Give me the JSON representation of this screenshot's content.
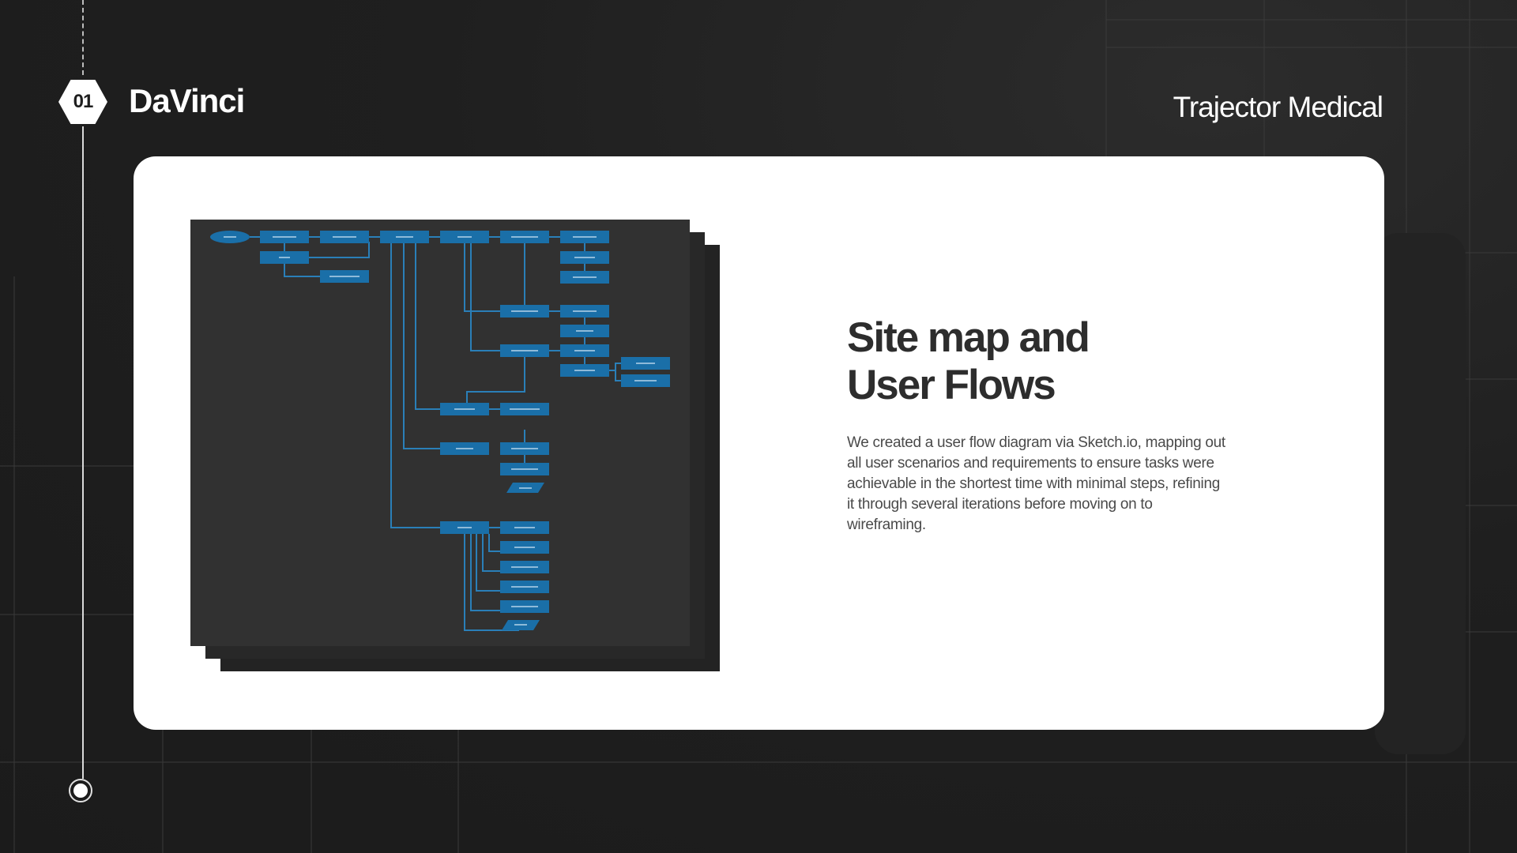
{
  "header": {
    "index": "01",
    "project_name": "DaVinci",
    "client_name": "Trajector Medical"
  },
  "section": {
    "title_line_1": "Site map and",
    "title_line_2": "User Flows",
    "body": "We created a user flow diagram via Sketch.io, mapping out all user scenarios and requirements to ensure tasks were achievable in the shortest time with minimal steps, refining it through several iterations before moving on to wireframing."
  },
  "colors": {
    "node": "#1a6fa8",
    "connector": "#2a7fb8",
    "card": "#ffffff",
    "title": "#2d2d2d"
  }
}
